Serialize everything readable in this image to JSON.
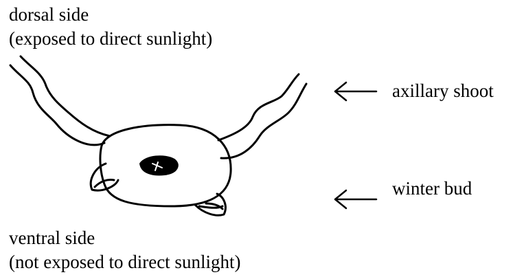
{
  "labels": {
    "dorsal_side": "dorsal side",
    "dorsal_note": "(exposed to direct sunlight)",
    "axillary_shoot": "axillary shoot",
    "winter_bud": "winter bud",
    "ventral_side": "ventral side",
    "ventral_note": "(not exposed to direct sunlight)"
  },
  "colors": {
    "ink": "#000000",
    "background": "#ffffff"
  }
}
